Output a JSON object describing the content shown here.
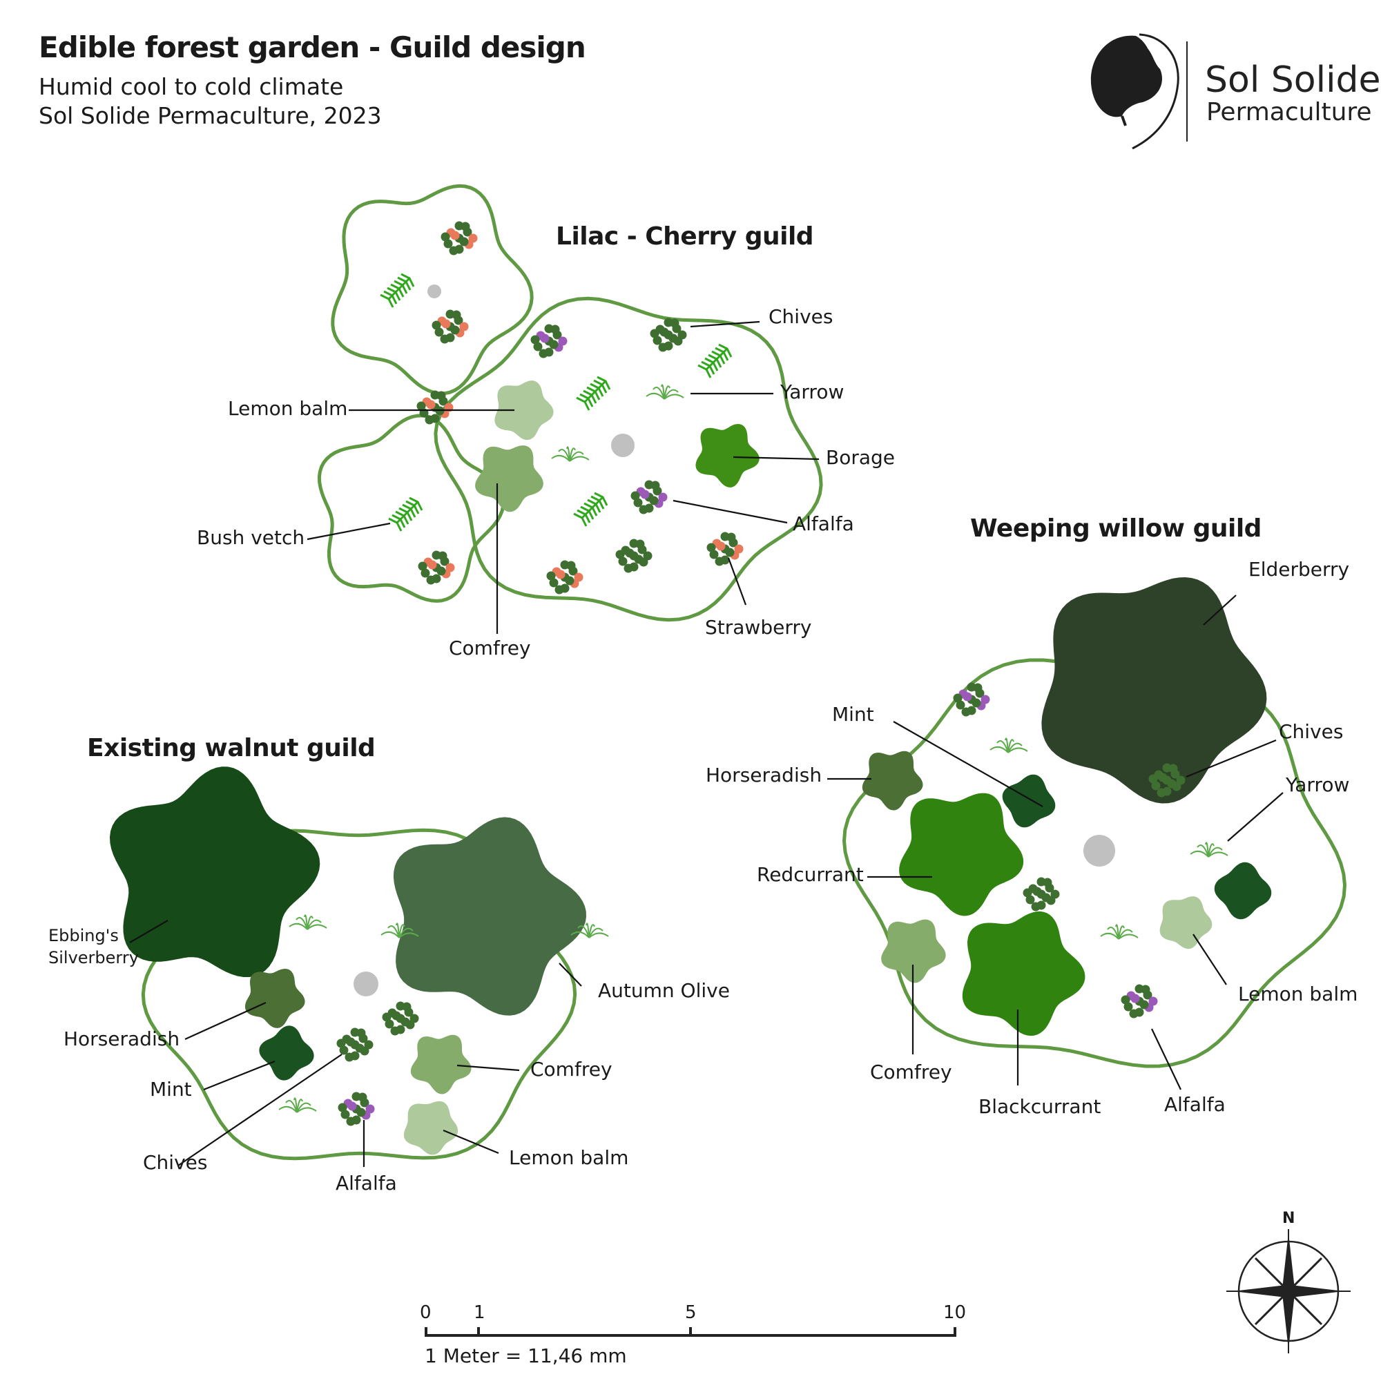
{
  "header": {
    "title": "Edible forest garden - Guild design",
    "subtitle_line1": "Humid cool to cold climate",
    "subtitle_line2": "Sol Solide Permaculture, 2023"
  },
  "brand": {
    "name": "Sol Solide",
    "tagline": "Permaculture",
    "logo_icon": "tree-silhouette-icon"
  },
  "guilds": {
    "lilac_cherry": {
      "title": "Lilac - Cherry guild",
      "labels": {
        "chives": "Chives",
        "yarrow": "Yarrow",
        "borage": "Borage",
        "alfalfa": "Alfalfa",
        "strawberry": "Strawberry",
        "comfrey": "Comfrey",
        "lemon_balm": "Lemon balm",
        "bush_vetch": "Bush vetch"
      }
    },
    "weeping_willow": {
      "title": "Weeping willow guild",
      "labels": {
        "elderberry": "Elderberry",
        "mint": "Mint",
        "chives": "Chives",
        "horseradish": "Horseradish",
        "yarrow": "Yarrow",
        "redcurrant": "Redcurrant",
        "lemon_balm": "Lemon balm",
        "comfrey": "Comfrey",
        "blackcurrant": "Blackcurrant",
        "alfalfa": "Alfalfa"
      }
    },
    "walnut": {
      "title": "Existing walnut guild",
      "labels": {
        "ebbings_line1": "Ebbing's",
        "ebbings_line2": "Silverberry",
        "autumn_olive": "Autumn Olive",
        "horseradish": "Horseradish",
        "mint": "Mint",
        "comfrey": "Comfrey",
        "chives": "Chives",
        "lemon_balm": "Lemon balm",
        "alfalfa": "Alfalfa"
      }
    }
  },
  "scale_bar": {
    "ticks": [
      "0",
      "1",
      "5",
      "10"
    ],
    "note": "1 Meter = 11,46 mm"
  },
  "compass": {
    "label": "N",
    "icon": "compass-rose-icon"
  },
  "colors": {
    "outline": "#5f9a43",
    "borage": "#3f8f17",
    "comfrey": "#86ac6c",
    "lemon_balm": "#aec99c",
    "elderberry": "#2e4129",
    "silverberry": "#164a18",
    "autumn_olive": "#476b45",
    "horseradish": "#4b6f34",
    "mint": "#1a5321",
    "currant": "#2f830e",
    "trunk": "#c0c0c0",
    "chive": "#3f6e31",
    "strawberry_dot": "#e8795a",
    "alfalfa_dot": "#9b5ab8",
    "vetch": "#2fa81b",
    "yarrow": "#5bab4a"
  }
}
